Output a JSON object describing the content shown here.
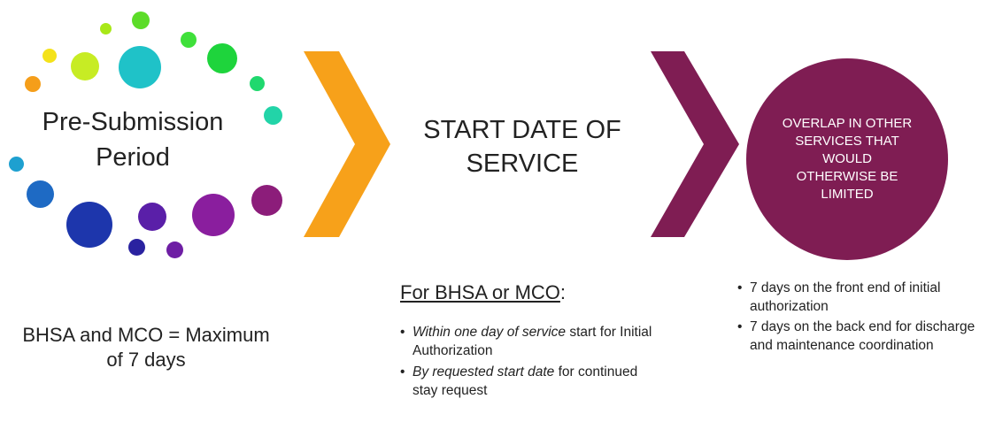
{
  "steps": {
    "pre_submission": {
      "title": "Pre-Submission Period",
      "note": "BHSA and MCO = Maximum of 7 days"
    },
    "start_date": {
      "title": "START DATE OF SERVICE",
      "heading": "For BHSA or MCO",
      "heading_suffix": ":",
      "bullets": [
        {
          "italic": "Within one day of service",
          "rest": " start for Initial Authorization"
        },
        {
          "italic": "By requested start date",
          "rest": " for continued stay request"
        }
      ]
    },
    "overlap": {
      "title": "OVERLAP IN OTHER SERVICES THAT WOULD OTHERWISE BE LIMITED",
      "bullets": [
        "7 days on the front end of initial authorization",
        "7 days on the back end for discharge and maintenance coordination"
      ]
    }
  },
  "colors": {
    "chevron1": "#f7a11a",
    "chevron2": "#7f1d53",
    "circle": "#7f1d53",
    "dots": [
      "#21c4c4",
      "#1ed85a",
      "#9ae61e",
      "#f0ae1a",
      "#1a68c4",
      "#1e3aa8",
      "#6a1fa8",
      "#8a1e9c"
    ]
  }
}
